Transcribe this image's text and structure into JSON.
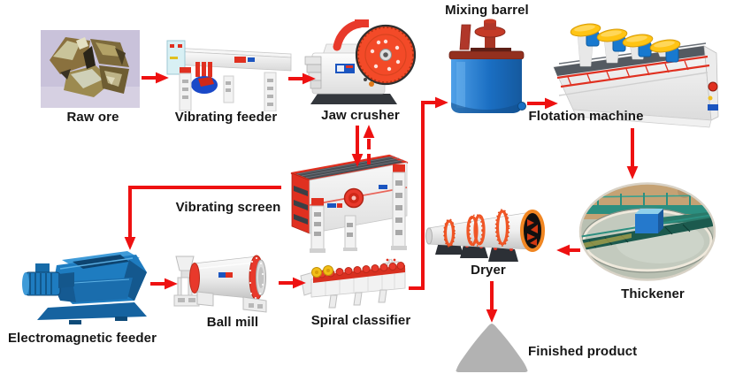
{
  "diagram": {
    "type": "process-flow",
    "subject": "Ore beneficiation plant flow",
    "background": "#ffffff"
  },
  "colors": {
    "arrow_red": "#ee1111",
    "label_text": "#161616",
    "machine_red": "#e8392b",
    "flywheel_orange": "#f34a28",
    "machine_blue": "#1e7cc0",
    "barrel_blue": "#1a6ec2",
    "motor_yellow": "#ffc414",
    "body_white": "#f4f4f4",
    "deck_gray": "#545a61",
    "pile_gray": "#b2b2b2",
    "ore_photo_bg": "#c9c2da",
    "thickener_water": "#c3cabe",
    "thickener_ground": "#c5a274"
  },
  "labels": {
    "raw_ore": "Raw ore",
    "vibrating_feeder": "Vibrating feeder",
    "jaw_crusher": "Jaw crusher",
    "mixing_barrel": "Mixing barrel",
    "flotation_machine": "Flotation machine",
    "vibrating_screen": "Vibrating screen",
    "electromagnetic_feeder": "Electromagnetic feeder",
    "ball_mill": "Ball mill",
    "spiral_classifier": "Spiral classifier",
    "dryer": "Dryer",
    "thickener": "Thickener",
    "finished_product": "Finished product"
  },
  "flow": {
    "edges": [
      {
        "from": "Raw ore",
        "to": "Vibrating feeder",
        "style": "solid"
      },
      {
        "from": "Vibrating feeder",
        "to": "Jaw crusher",
        "style": "solid"
      },
      {
        "from": "Jaw crusher",
        "to": "Vibrating screen",
        "style": "solid"
      },
      {
        "from": "Vibrating screen",
        "to": "Jaw crusher",
        "style": "dashed-return"
      },
      {
        "from": "Vibrating screen",
        "to": "Electromagnetic feeder",
        "style": "solid-elbow"
      },
      {
        "from": "Electromagnetic feeder",
        "to": "Ball mill",
        "style": "solid"
      },
      {
        "from": "Ball mill",
        "to": "Spiral classifier",
        "style": "solid"
      },
      {
        "from": "Spiral classifier",
        "to": "Mixing barrel",
        "style": "solid-elbow"
      },
      {
        "from": "Mixing barrel",
        "to": "Flotation machine",
        "style": "solid"
      },
      {
        "from": "Flotation machine",
        "to": "Thickener",
        "style": "solid"
      },
      {
        "from": "Thickener",
        "to": "Dryer",
        "style": "solid"
      },
      {
        "from": "Dryer",
        "to": "Finished product",
        "style": "solid"
      }
    ]
  }
}
